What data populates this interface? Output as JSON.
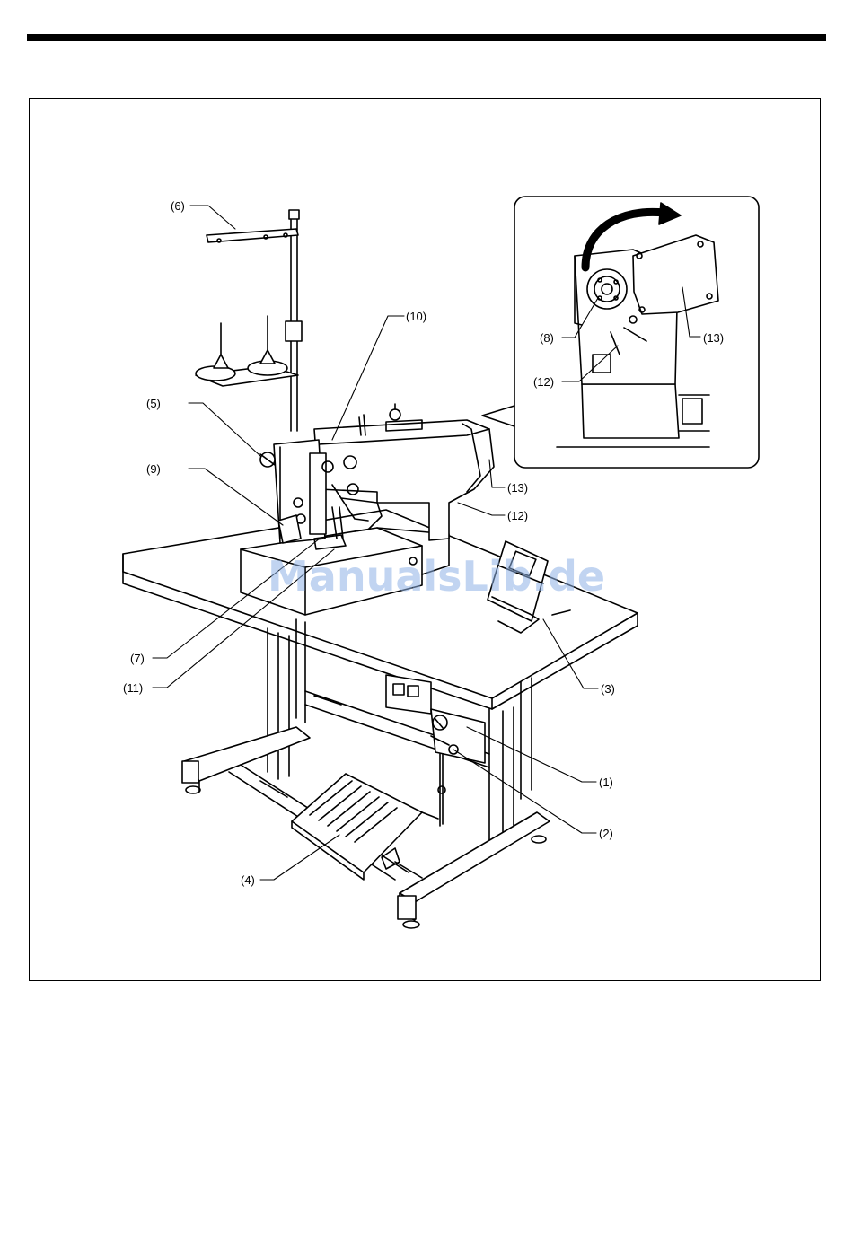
{
  "watermark": "ManualsLib.de",
  "labels": {
    "l1": "(1)",
    "l2": "(2)",
    "l3": "(3)",
    "l4": "(4)",
    "l5": "(5)",
    "l6": "(6)",
    "l7": "(7)",
    "l8": "(8)",
    "l9": "(9)",
    "l10": "(10)",
    "l11": "(11)",
    "l12": "(12)",
    "l13": "(13)",
    "inset_l8": "(8)",
    "inset_l12": "(12)",
    "inset_l13": "(13)"
  },
  "colors": {
    "line": "#000000",
    "watermark": "#8fb2e6"
  }
}
